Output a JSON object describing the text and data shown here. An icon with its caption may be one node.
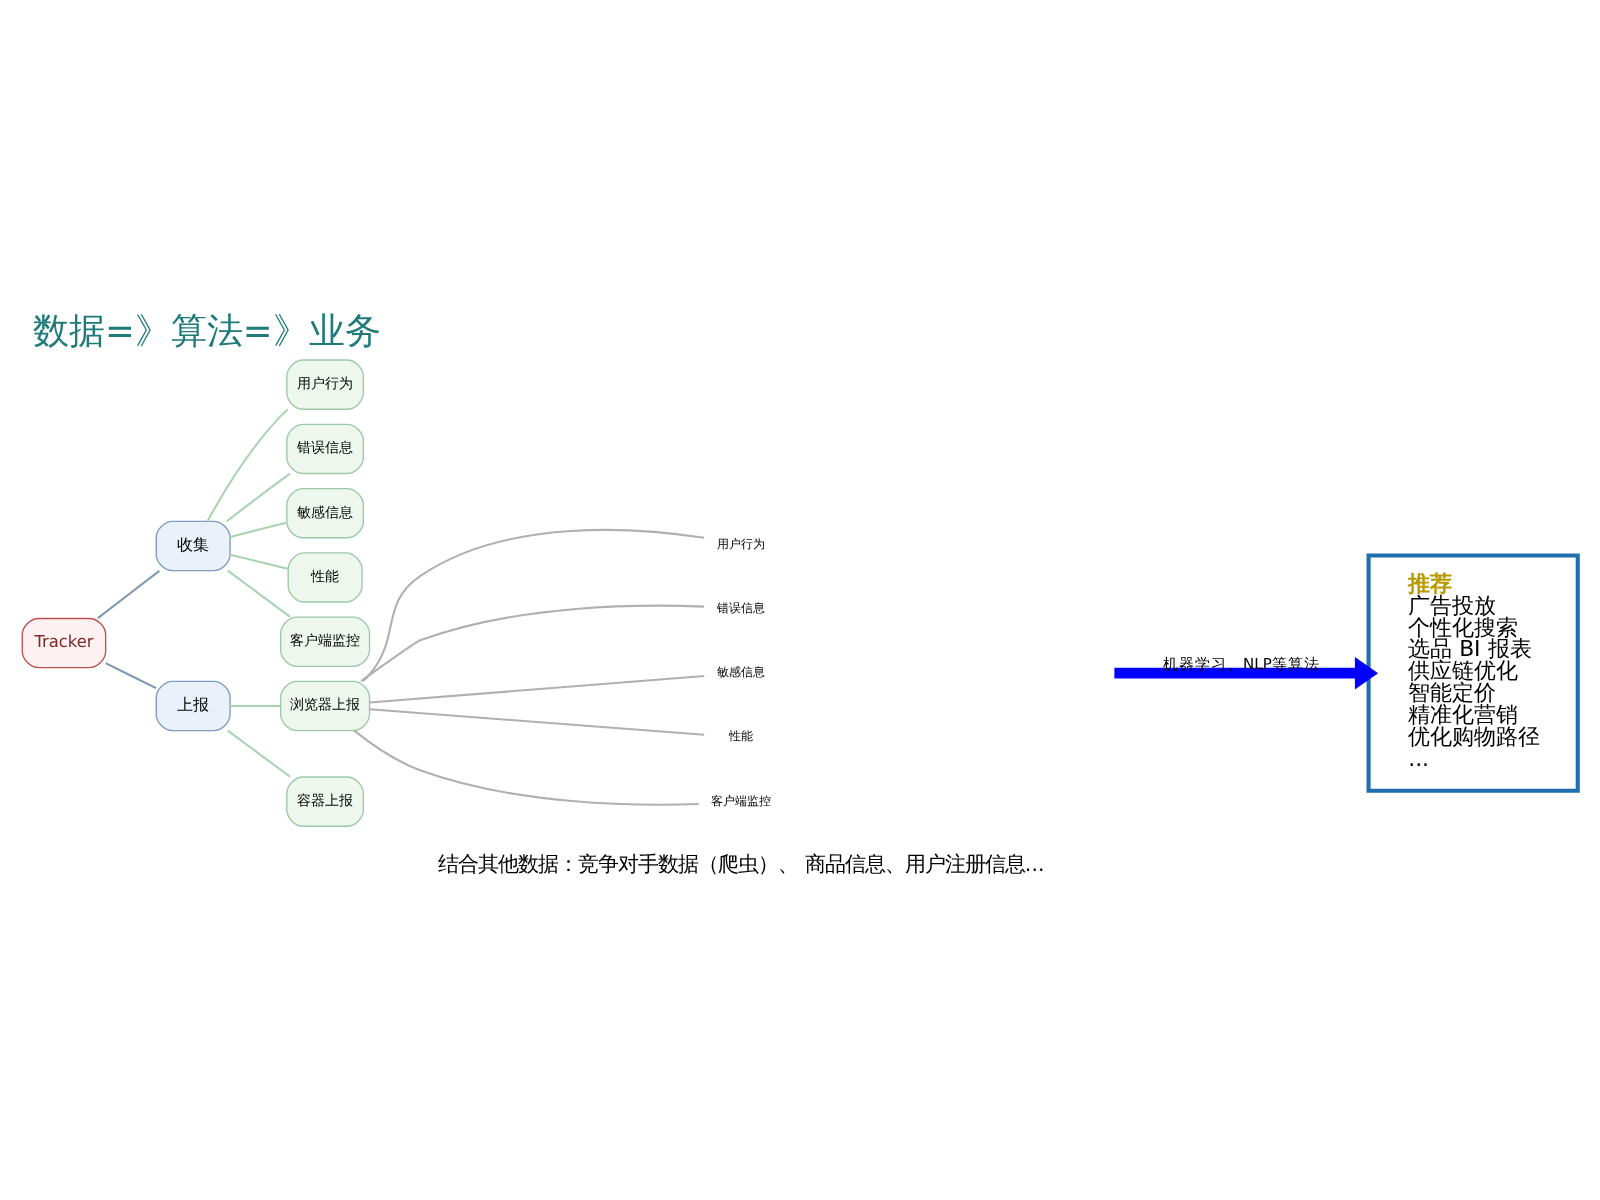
{
  "diagram": {
    "title": "数据=》算法=》业务",
    "nodes": [
      {
        "text": [
          "Tracker"
        ]
      },
      {
        "text": [
          "收集"
        ]
      },
      {
        "text": [
          "用户行为"
        ]
      },
      {
        "text": [
          "错误信息"
        ]
      },
      {
        "text": [
          "敏感信息"
        ]
      },
      {
        "text": [
          "性能"
        ]
      },
      {
        "text": [
          "客户端监控"
        ]
      },
      {
        "text": [
          "上报"
        ]
      },
      {
        "text": [
          "浏览器上报"
        ]
      },
      {
        "text": [
          "用户行为"
        ]
      },
      {
        "text": [
          "错误信息"
        ]
      },
      {
        "text": [
          "敏感信息"
        ]
      },
      {
        "text": [
          "性能"
        ]
      },
      {
        "text": [
          "客户端监控"
        ]
      },
      {
        "text": [
          "容器上报"
        ]
      },
      {
        "text": [
          "推荐",
          "广告投放",
          "个性化搜索",
          "选品 BI 报表",
          "供应链优化",
          "智能定价",
          "精准化营销",
          "优化购物路径",
          "..."
        ]
      }
    ],
    "edges": [
      {
        "from": 0,
        "to": 1,
        "arrow": "none",
        "color": "#7f97b0"
      },
      {
        "from": 1,
        "to": 2,
        "arrow": "none"
      },
      {
        "from": 1,
        "to": 3,
        "arrow": "none"
      },
      {
        "from": 1,
        "to": 4,
        "arrow": "none"
      },
      {
        "from": 1,
        "to": 5,
        "arrow": "none"
      },
      {
        "from": 1,
        "to": 6,
        "arrow": "none"
      },
      {
        "from": 0,
        "to": 7,
        "arrow": "none",
        "color": "#7f97b0"
      },
      {
        "from": 7,
        "to": 8,
        "arrow": "none"
      },
      {
        "from": 8,
        "to": 9,
        "arrow": "none",
        "color": "#b0b0b0"
      },
      {
        "from": 8,
        "to": 10,
        "arrow": "none",
        "color": "#b0b0b0"
      },
      {
        "from": 8,
        "to": 11,
        "arrow": "none",
        "color": "#b0b0b0"
      },
      {
        "from": 8,
        "to": 12,
        "arrow": "none",
        "color": "#b0b0b0"
      },
      {
        "from": 8,
        "to": 13,
        "arrow": "none",
        "color": "#b0b0b0"
      },
      {
        "from": 7,
        "to": 14,
        "arrow": "none"
      },
      {
        "from": null,
        "to": 15,
        "arrow": "to",
        "label": "机器学习、NLP等算法",
        "style": "thick",
        "color": "#0000ff"
      }
    ],
    "labels": [
      "结合其他数据：竞争对手数据（爬虫）、 商品信息、用户注册信息..."
    ]
  }
}
